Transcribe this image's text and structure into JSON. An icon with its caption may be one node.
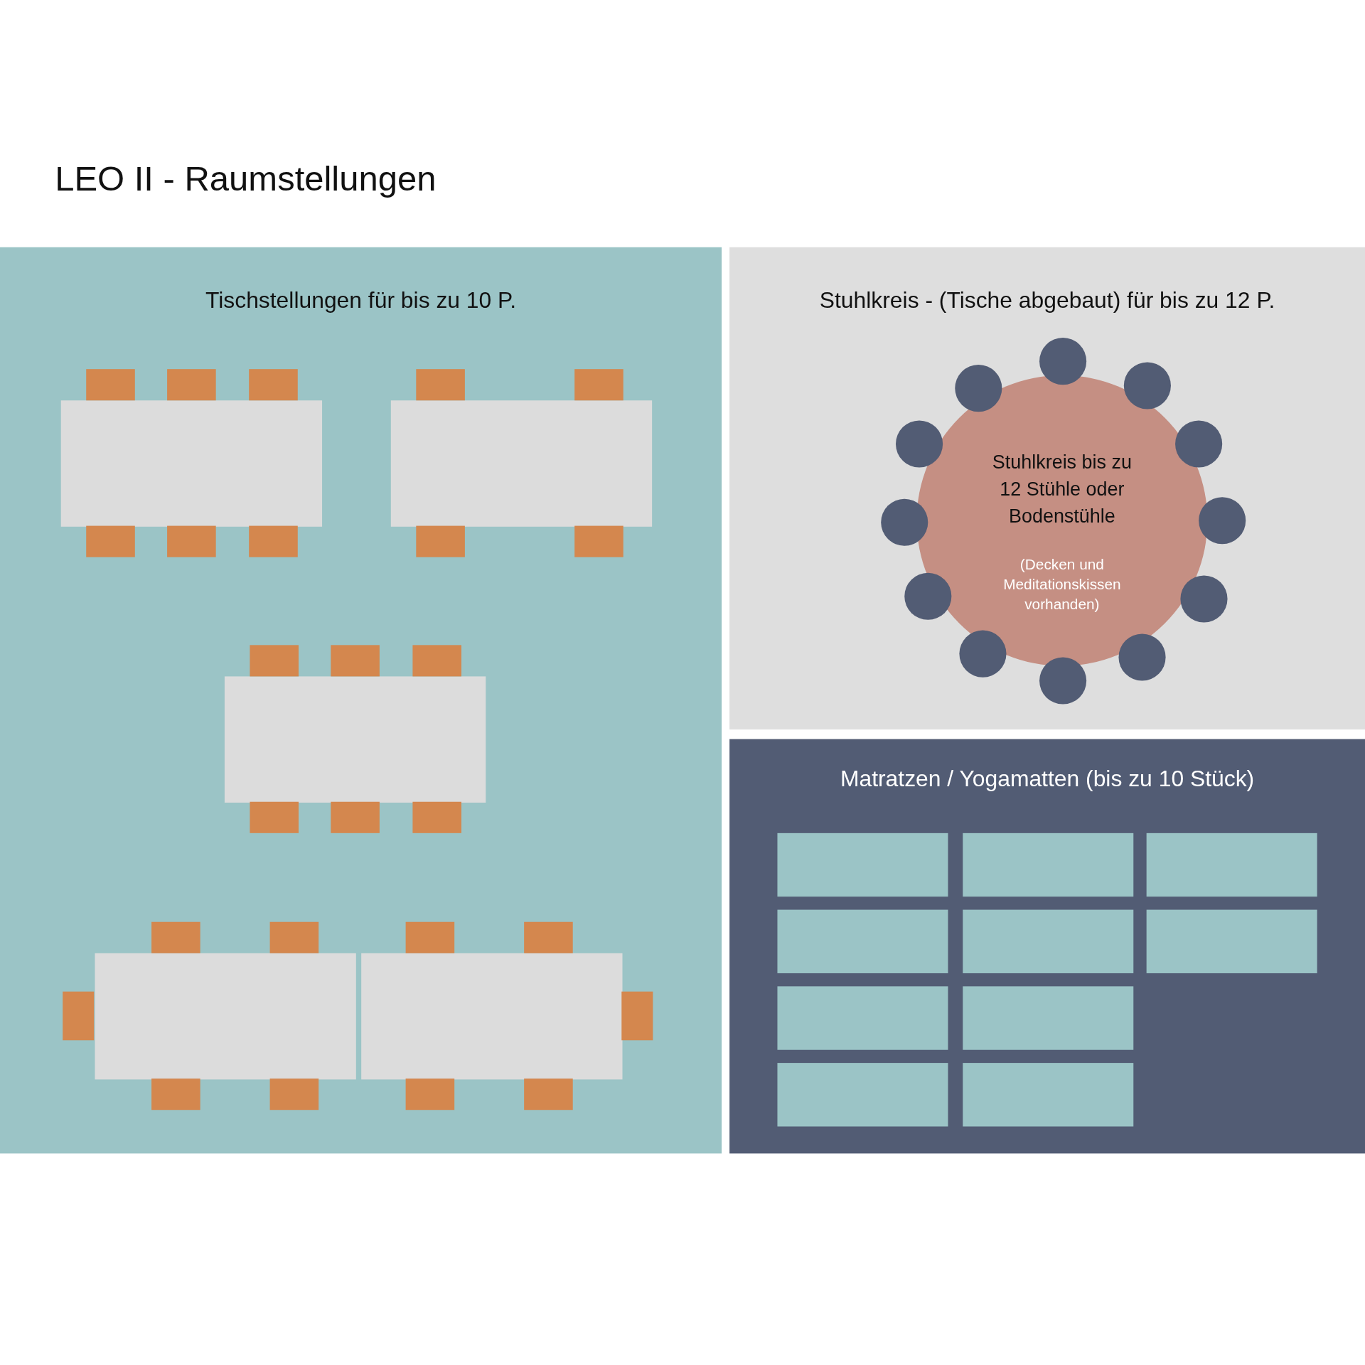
{
  "diagram": {
    "title": "LEO II - Raumstellungen",
    "nodes": [
      {
        "text": [
          "Tischstellungen für bis zu 10 P."
        ]
      },
      {
        "text": [
          "Stuhlkreis - (Tische abgebaut) für bis zu 12 P."
        ]
      },
      {
        "text": [
          "Stuhlkreis bis zu 12 Stühle oder Bodenstühle",
          "(Decken und Meditationskissen vorhanden)"
        ],
        "in": 1
      },
      {
        "text": [
          "Matratzen / Yogamatten (bis zu 10 Stück)"
        ]
      }
    ],
    "edges": []
  }
}
